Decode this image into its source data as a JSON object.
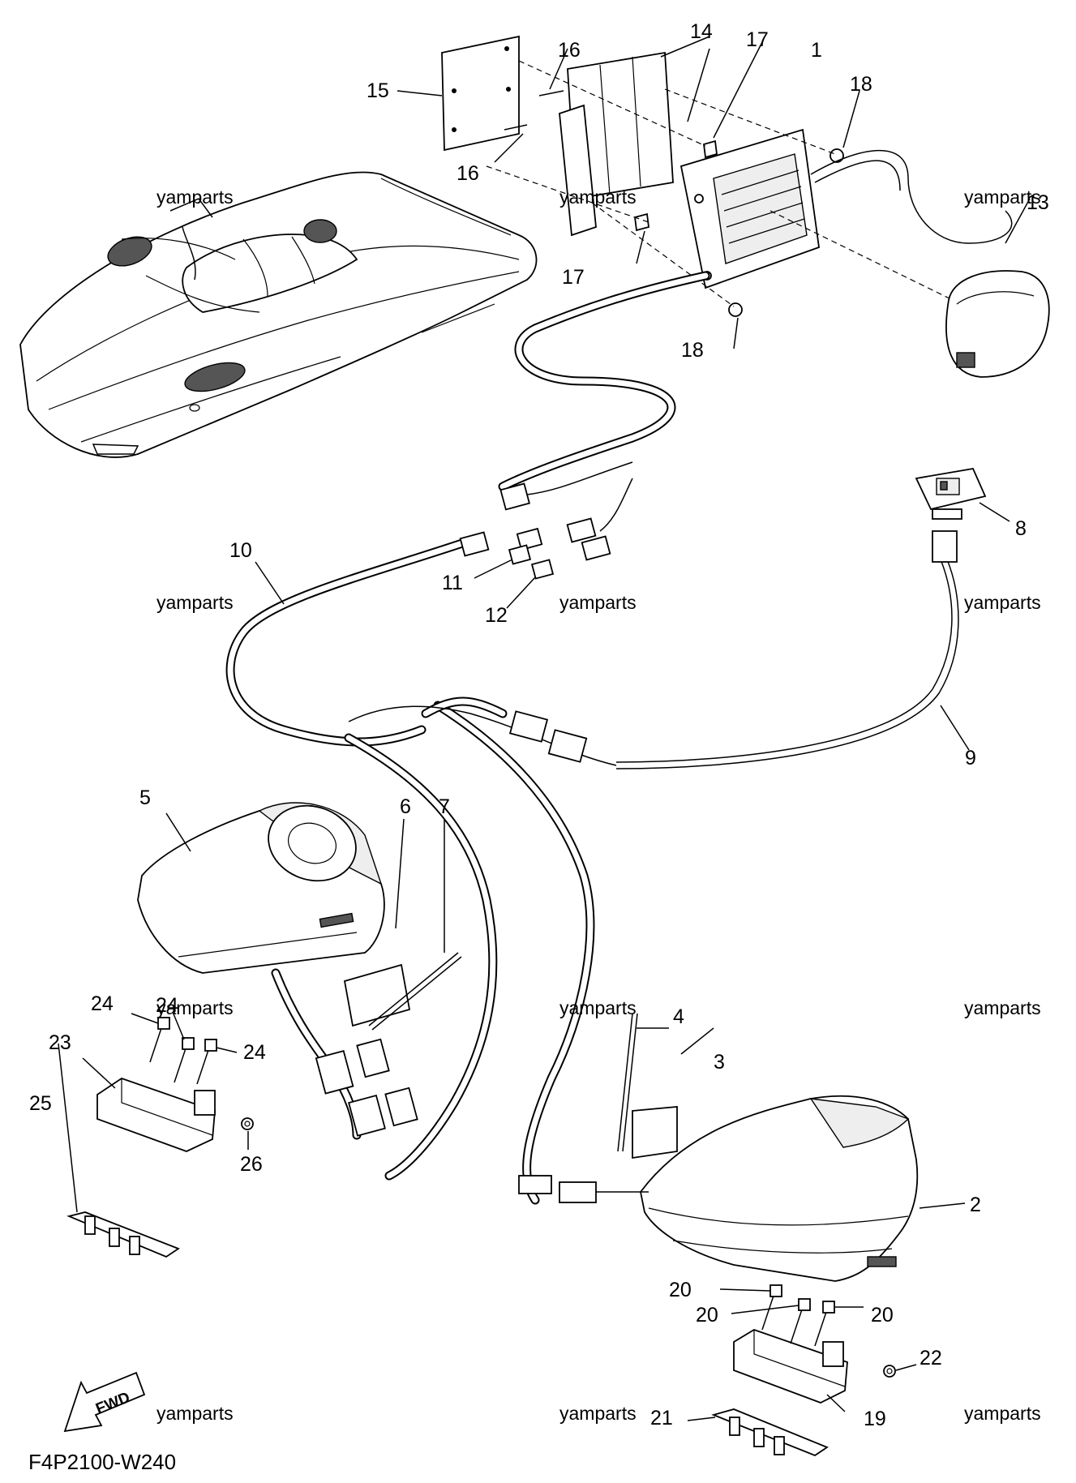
{
  "diagram": {
    "code": "F4P2100-W240",
    "arrow_label": "FWD",
    "watermark": "yamparts",
    "callouts": {
      "p1": "1",
      "p2": "2",
      "p3": "3",
      "p4": "4",
      "p5": "5",
      "p6": "6",
      "p7": "7",
      "p8": "8",
      "p9": "9",
      "p10": "10",
      "p11": "11",
      "p12": "12",
      "p13": "13",
      "p14": "14",
      "p15": "15",
      "p16": "16",
      "p17": "17",
      "p18": "18",
      "p19": "19",
      "p20": "20",
      "p21": "21",
      "p22": "22",
      "p23": "23",
      "p24": "24",
      "p25": "25",
      "p26": "26"
    }
  }
}
